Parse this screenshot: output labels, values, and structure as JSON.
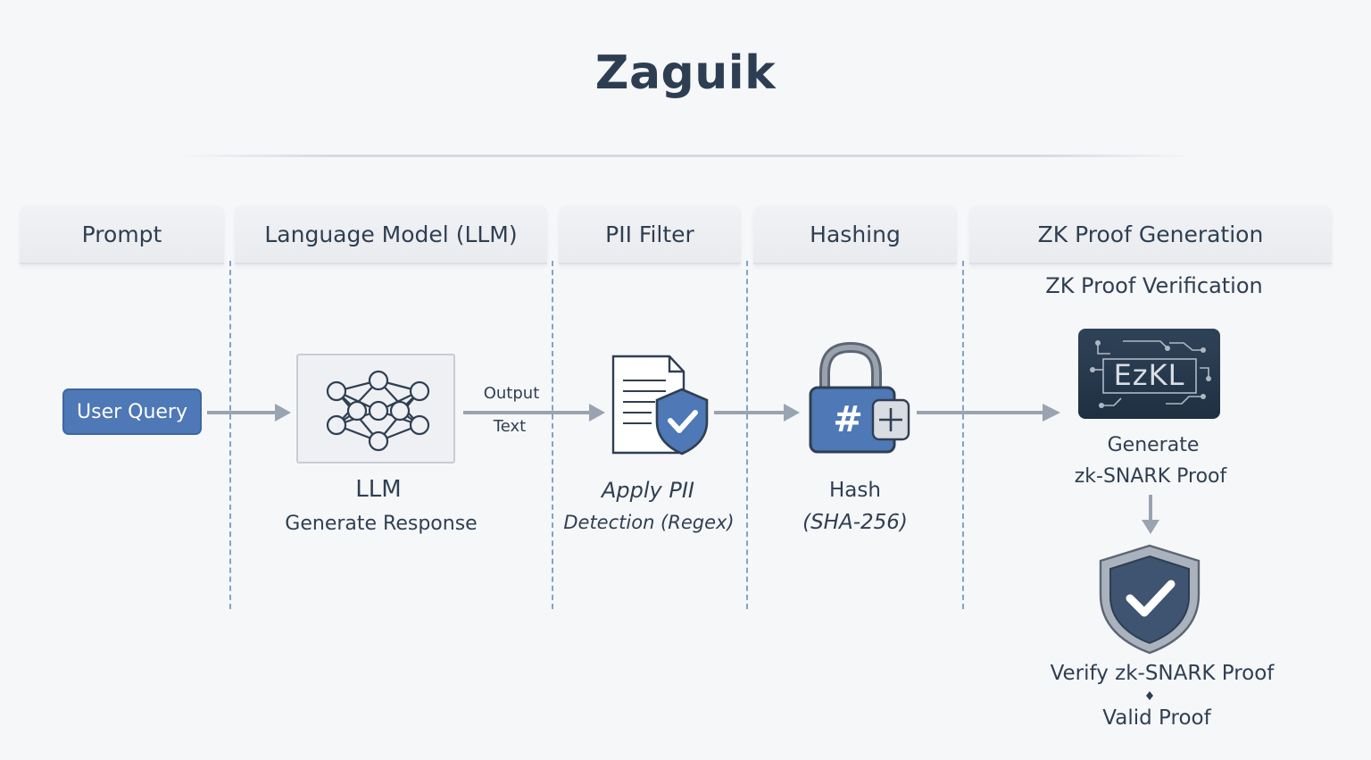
{
  "title": "Zaguik",
  "columns": [
    {
      "header": "Prompt"
    },
    {
      "header": "Language Model (LLM)"
    },
    {
      "header": "PII Filter"
    },
    {
      "header": "Hashing"
    },
    {
      "header": "ZK Proof Generation",
      "subheader": "ZK Proof Verification"
    }
  ],
  "prompt": {
    "node_label": "User Query"
  },
  "llm": {
    "icon": "neural-network-icon",
    "title": "LLM",
    "caption": "Generate Response",
    "edge_label_line1": "Output",
    "edge_label_line2": "Text"
  },
  "pii": {
    "icon": "document-shield-icon",
    "caption_line1": "Apply PII",
    "caption_line2": "Detection (Regex)"
  },
  "hashing": {
    "icon": "padlock-hash-icon",
    "glyph": "#",
    "caption_line1": "Hash",
    "caption_line2": "(SHA-256)"
  },
  "zk": {
    "logo_text": "EzKL",
    "generate_line1": "Generate",
    "generate_line2": "zk-SNARK Proof",
    "verify_icon": "shield-check-icon",
    "verify_label": "Verify zk-SNARK Proof",
    "result_label": "Valid Proof"
  },
  "colors": {
    "accent_blue": "#4e78b6",
    "dark_slate": "#2d3e52",
    "arrow_gray": "#9aa3b0",
    "dash_blue": "#7fa4c8"
  }
}
